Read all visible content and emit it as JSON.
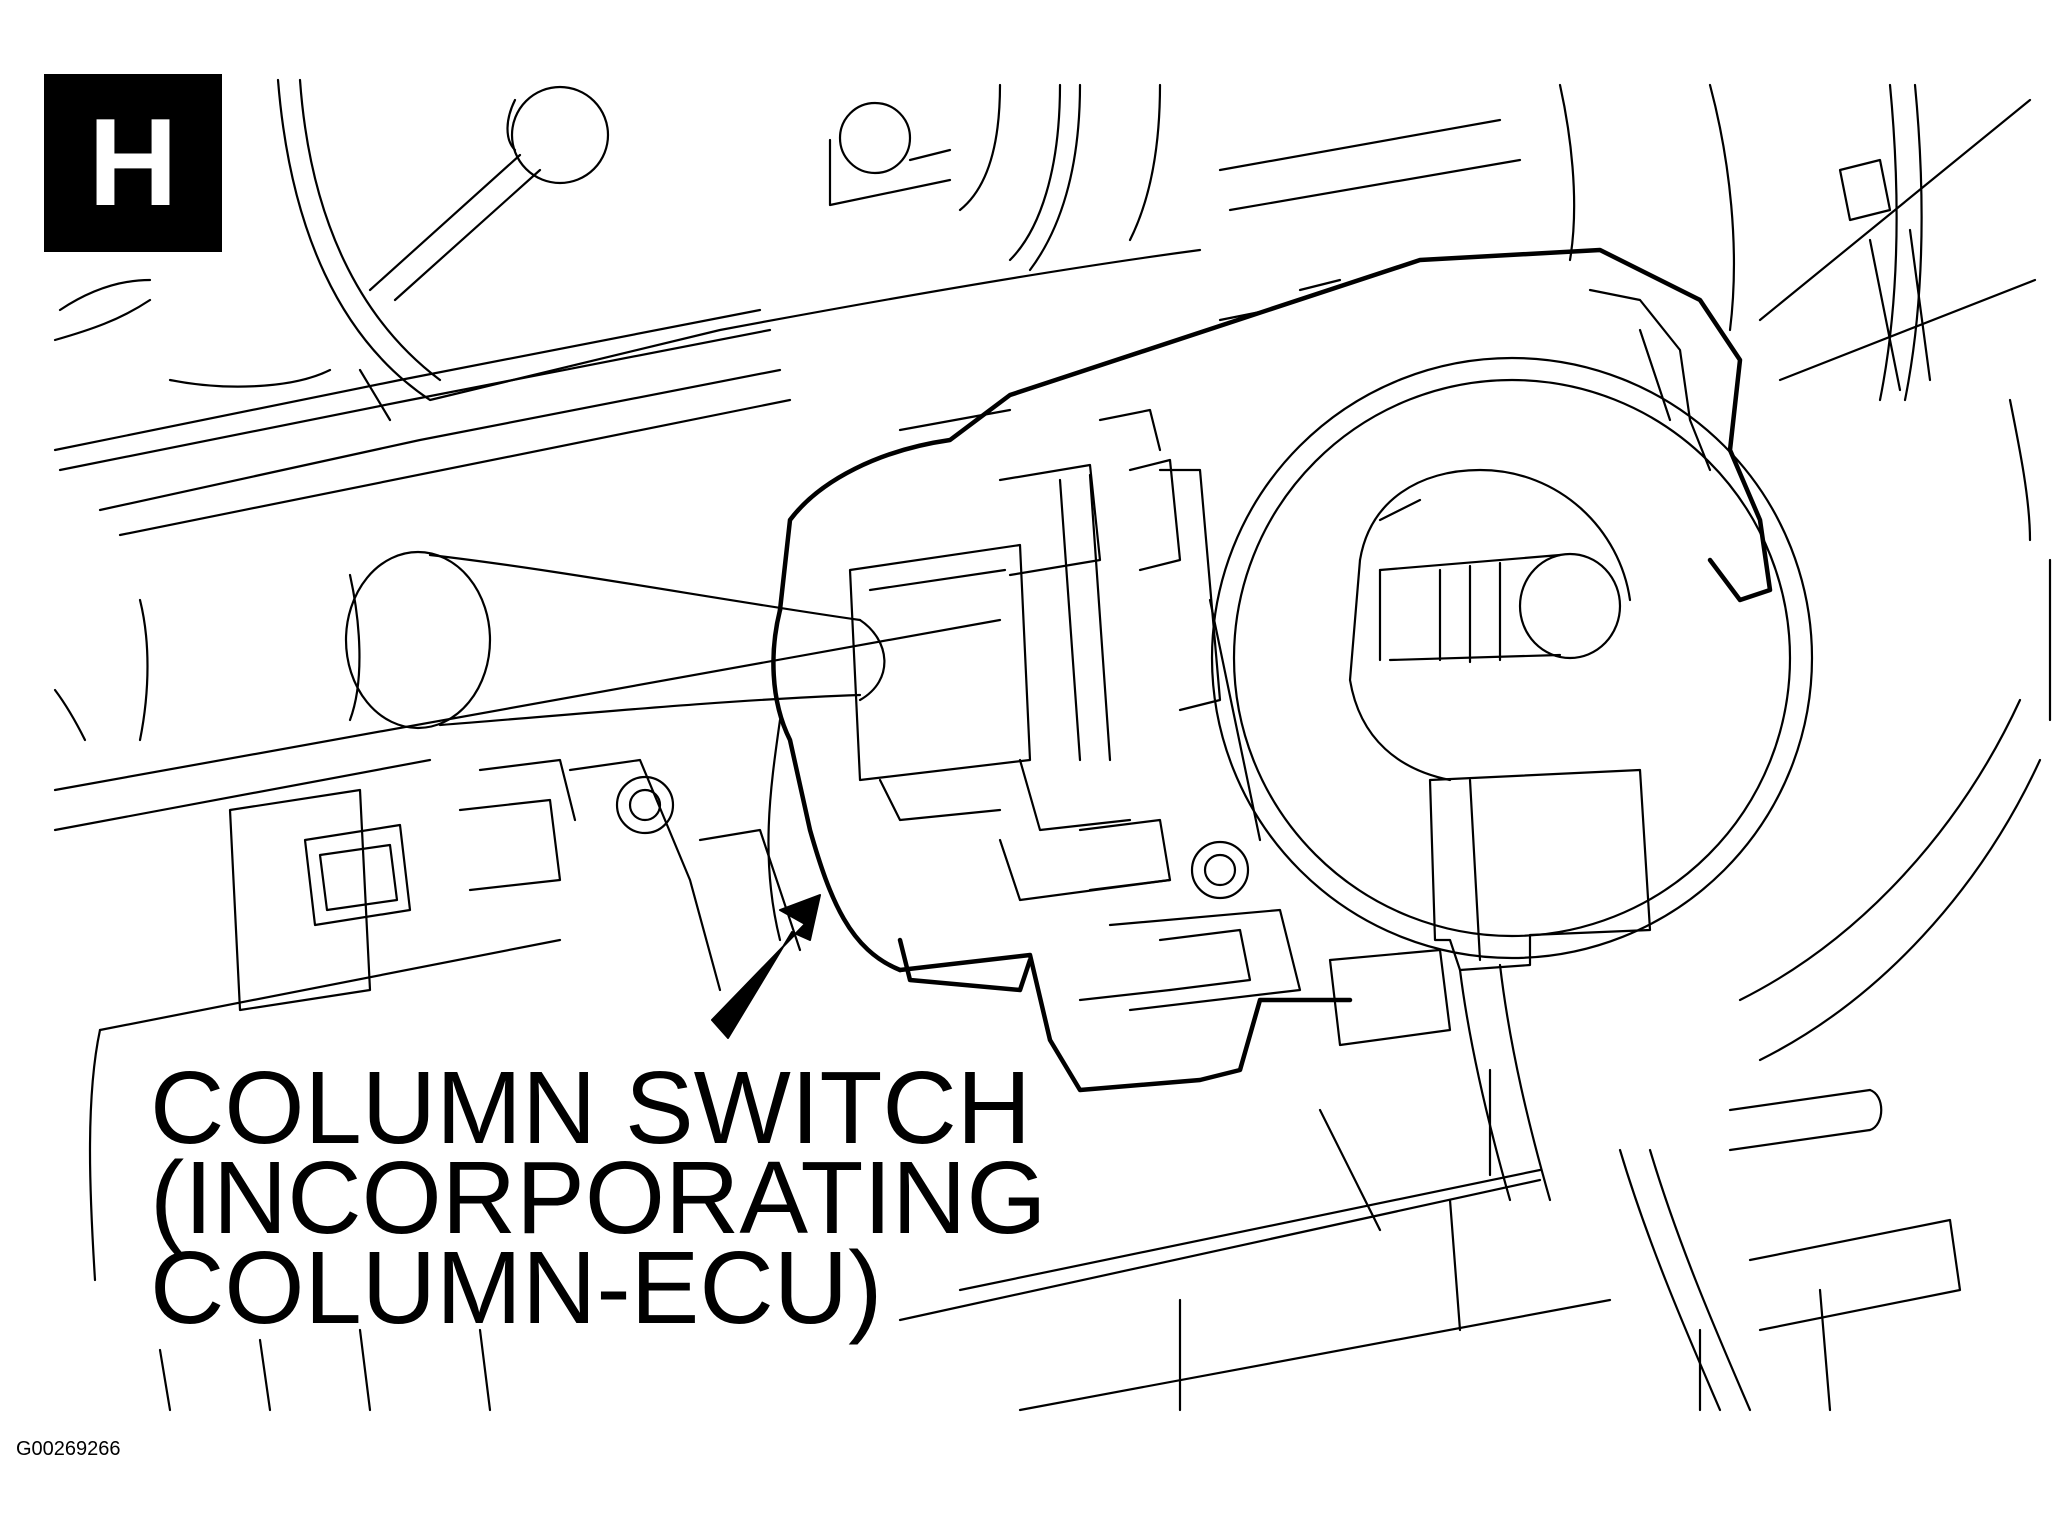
{
  "badge": {
    "letter": "H"
  },
  "callout": {
    "lines": [
      "COLUMN SWITCH",
      "(INCORPORATING",
      "COLUMN-ECU)"
    ]
  },
  "figure_id": "G00269266",
  "colors": {
    "ink": "#000000",
    "paper": "#ffffff"
  }
}
